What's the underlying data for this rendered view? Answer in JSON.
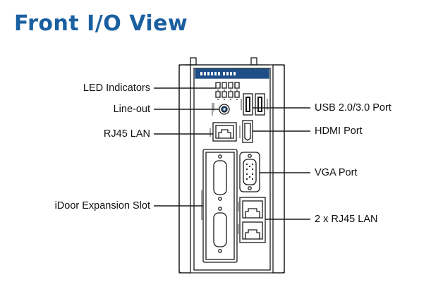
{
  "title": "Front I/O View",
  "callouts": {
    "led_indicators": "LED Indicators",
    "line_out": "Line-out",
    "rj45_lan": "RJ45 LAN",
    "idoor_slot": "iDoor Expansion Slot",
    "usb_port": "USB 2.0/3.0 Port",
    "hdmi_port": "HDMI Port",
    "vga_port": "VGA Port",
    "dual_rj45_lan": "2 x RJ45 LAN"
  },
  "colors": {
    "title": "#1a5fa0",
    "brand_bar": "#1e4f86",
    "outline": "#1a1a1a",
    "callout_line": "#1a1a1a"
  }
}
